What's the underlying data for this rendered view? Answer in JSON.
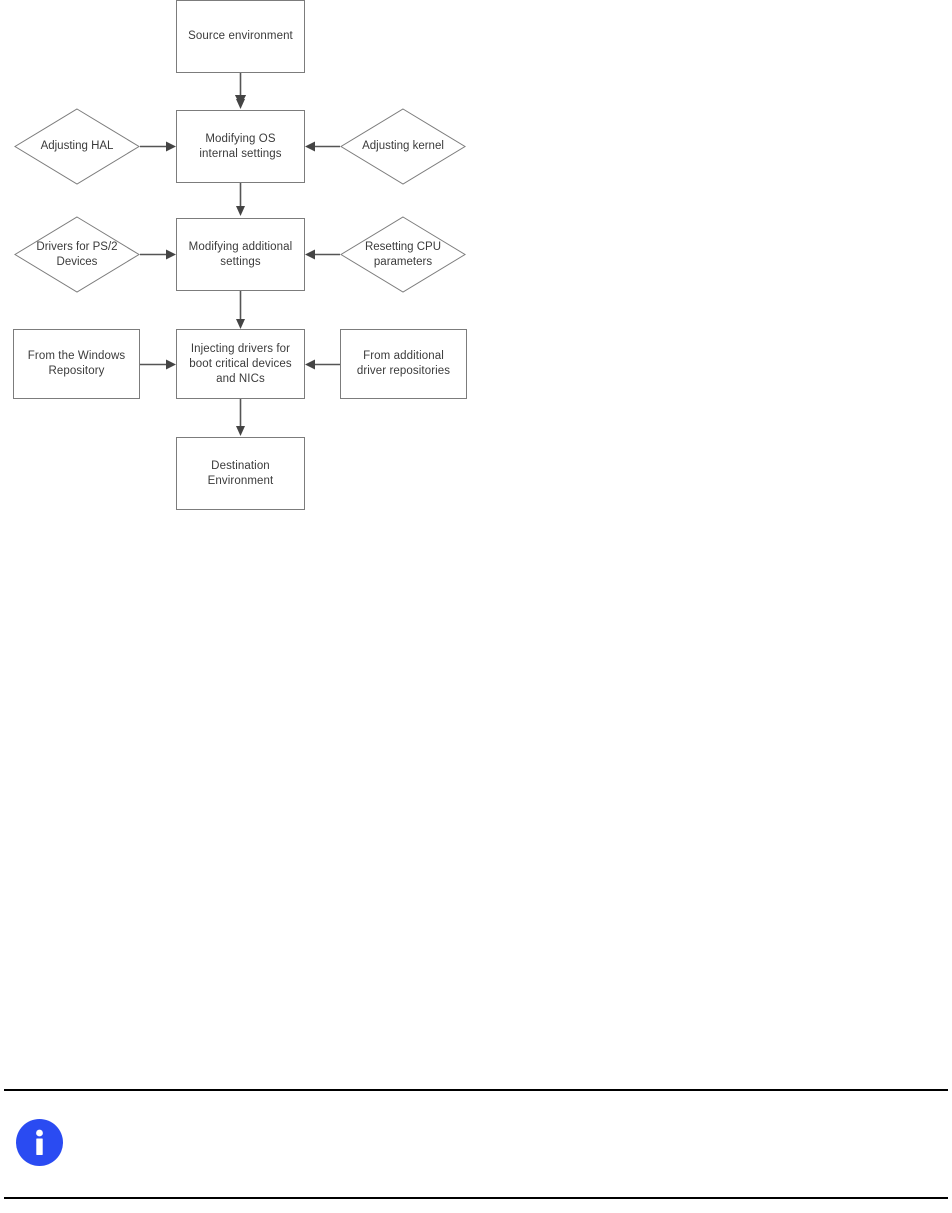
{
  "diagram": {
    "type": "flowchart",
    "title": "",
    "nodes": [
      {
        "id": "source-environment",
        "shape": "rectangle",
        "label": "Source environment"
      },
      {
        "id": "adjusting-hal",
        "shape": "diamond",
        "label": "Adjusting HAL"
      },
      {
        "id": "modifying-os-settings",
        "shape": "rectangle",
        "label": "Modifying OS\ninternal settings"
      },
      {
        "id": "adjusting-kernel",
        "shape": "diamond",
        "label": "Adjusting kernel"
      },
      {
        "id": "drivers-ps2-devices",
        "shape": "diamond",
        "label": "Drivers for PS/2\nDevices"
      },
      {
        "id": "modifying-additional",
        "shape": "rectangle",
        "label": "Modifying additional\nsettings"
      },
      {
        "id": "resetting-cpu",
        "shape": "diamond",
        "label": "Resetting CPU\nparameters"
      },
      {
        "id": "from-windows-repository",
        "shape": "rectangle",
        "label": "From the Windows\nRepository"
      },
      {
        "id": "injecting-drivers",
        "shape": "rectangle",
        "label": "Injecting drivers for\nboot critical devices\nand NICs"
      },
      {
        "id": "from-additional-repos",
        "shape": "rectangle",
        "label": "From additional\ndriver repositories"
      },
      {
        "id": "destination-environment",
        "shape": "rectangle",
        "label": "Destination\nEnvironment"
      }
    ],
    "edges": [
      {
        "from": "source-environment",
        "to": "modifying-os-settings",
        "direction": "down"
      },
      {
        "from": "adjusting-hal",
        "to": "modifying-os-settings",
        "direction": "right"
      },
      {
        "from": "adjusting-kernel",
        "to": "modifying-os-settings",
        "direction": "left"
      },
      {
        "from": "modifying-os-settings",
        "to": "modifying-additional",
        "direction": "down"
      },
      {
        "from": "drivers-ps2-devices",
        "to": "modifying-additional",
        "direction": "right"
      },
      {
        "from": "resetting-cpu",
        "to": "modifying-additional",
        "direction": "left"
      },
      {
        "from": "modifying-additional",
        "to": "injecting-drivers",
        "direction": "down"
      },
      {
        "from": "from-windows-repository",
        "to": "injecting-drivers",
        "direction": "right"
      },
      {
        "from": "from-additional-repos",
        "to": "injecting-drivers",
        "direction": "left"
      },
      {
        "from": "injecting-drivers",
        "to": "destination-environment",
        "direction": "down"
      }
    ]
  },
  "footer": {
    "info_icon": "info-icon",
    "info_icon_color": "#2A4BF2",
    "info_icon_glyph_color": "#FFFFFF",
    "rule_color": "#000000",
    "note_text": ""
  },
  "colors": {
    "node_border": "#7C7C7C",
    "node_fill": "#FFFFFF",
    "connector": "#555555",
    "text": "#3B3B3B",
    "page_background": "#FFFFFF"
  }
}
